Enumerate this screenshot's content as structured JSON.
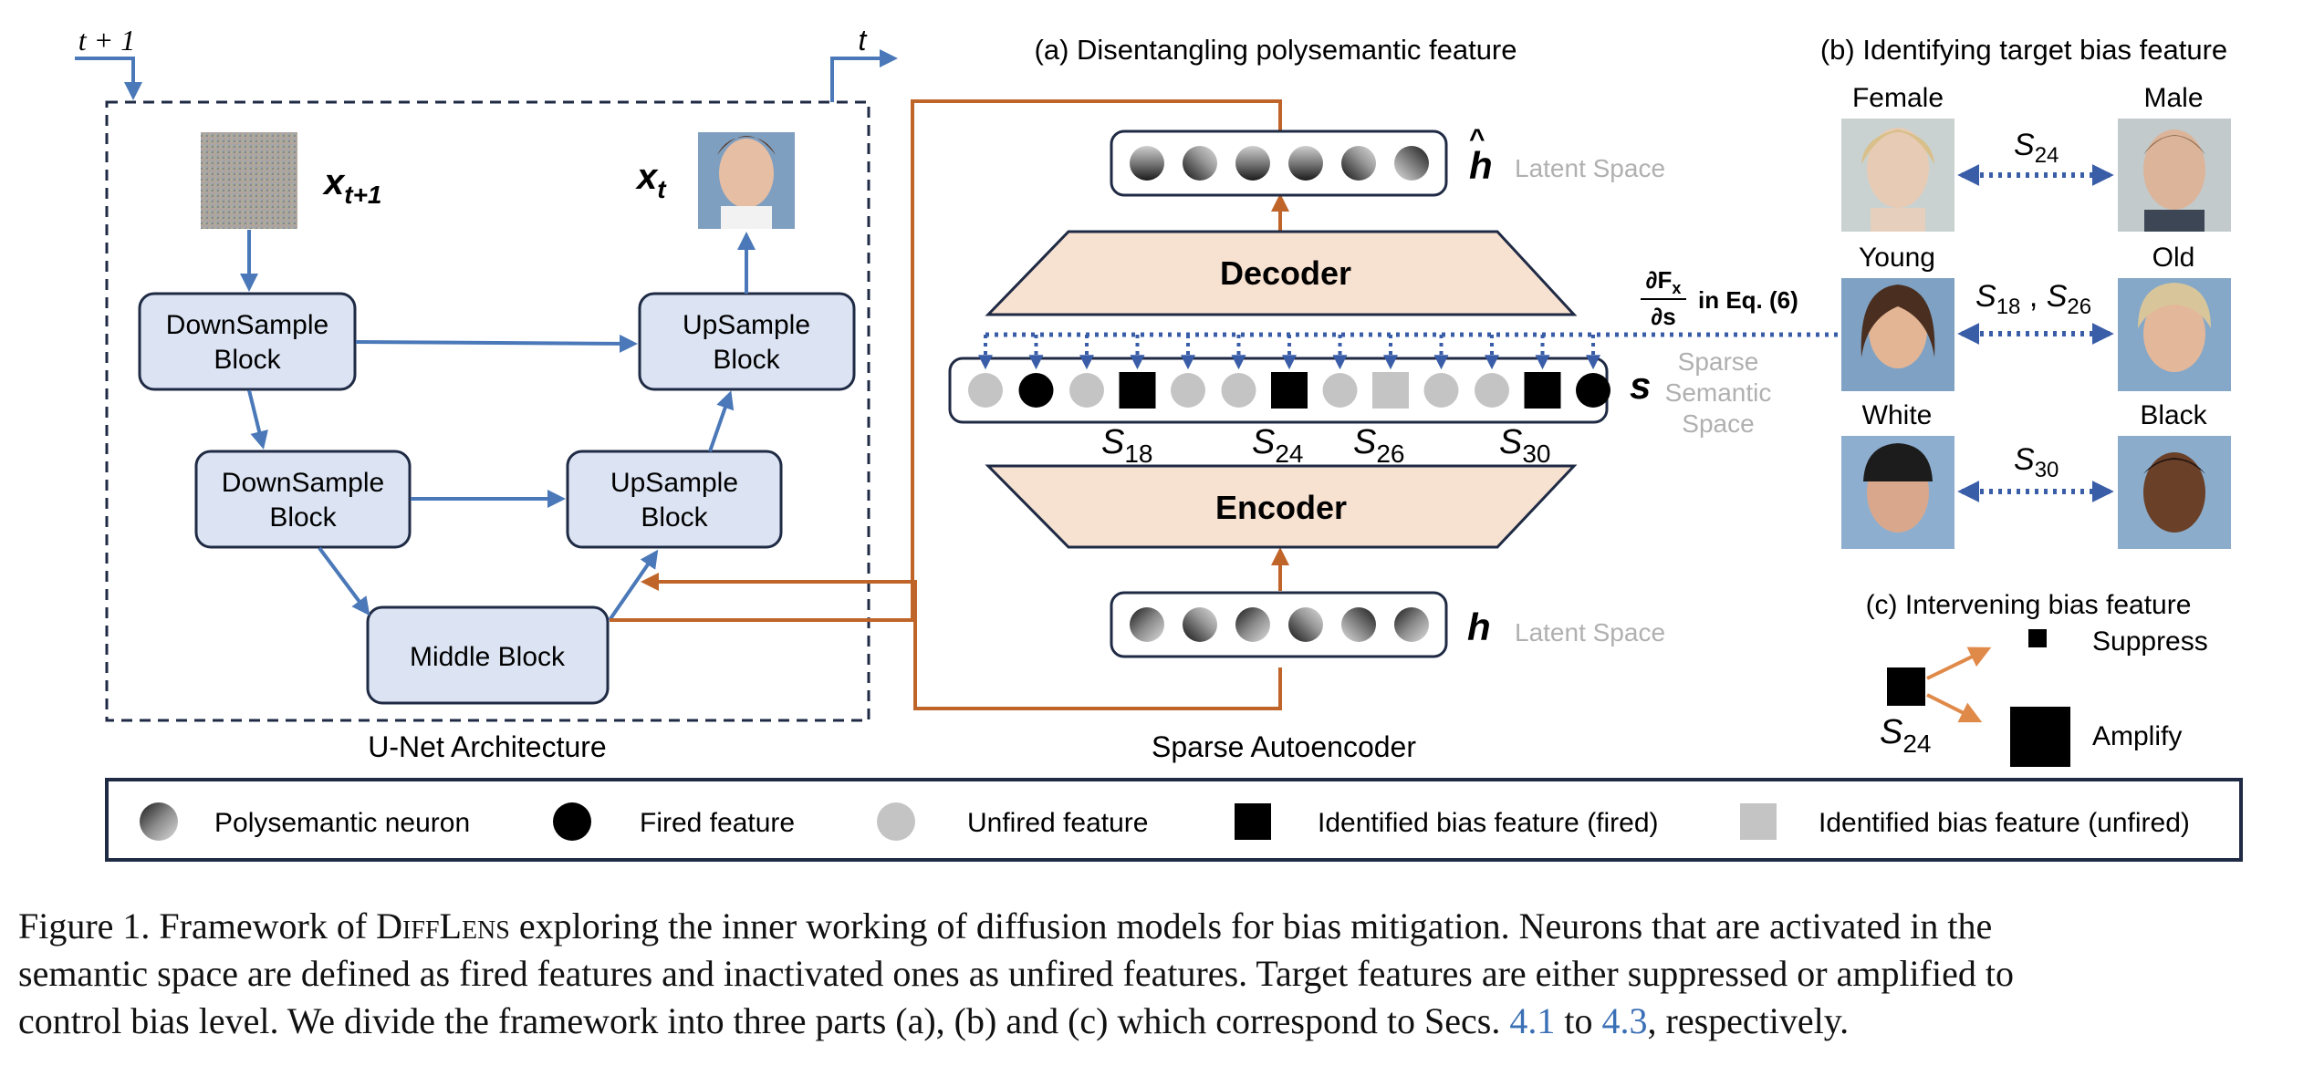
{
  "unet": {
    "label": "U-Net Architecture",
    "time_in": "t + 1",
    "time_out": "t",
    "input_label": "x",
    "input_sub": "t+1",
    "output_label": "x",
    "output_sub": "t",
    "down1": [
      "DownSample",
      "Block"
    ],
    "down2": [
      "DownSample",
      "Block"
    ],
    "up1": [
      "UpSample",
      "Block"
    ],
    "up2": [
      "UpSample",
      "Block"
    ],
    "middle": "Middle Block"
  },
  "panel_a": {
    "title": "(a) Disentangling polysemantic feature",
    "decoder": "Decoder",
    "encoder": "Encoder",
    "h_hat": "h",
    "h": "h",
    "latent_space": "Latent Space",
    "s": "s",
    "sparse_space": [
      "Sparse",
      "Semantic",
      "Space"
    ],
    "bias_labels": [
      {
        "base": "S",
        "sub": "18"
      },
      {
        "base": "S",
        "sub": "24"
      },
      {
        "base": "S",
        "sub": "26"
      },
      {
        "base": "S",
        "sub": "30"
      }
    ],
    "grad_label": {
      "num": "∂F",
      "num_sub": "x",
      "den": "∂s",
      "suffix": "in Eq. (6)"
    },
    "sae_label": "Sparse Autoencoder",
    "sparse_nodes": [
      "unfired",
      "fired",
      "unfired",
      "bias-fired",
      "unfired",
      "unfired",
      "bias-fired",
      "unfired",
      "bias-unfired",
      "unfired",
      "unfired",
      "bias-fired",
      "fired"
    ]
  },
  "panel_b": {
    "title": "(b) Identifying target bias feature",
    "pairs": [
      {
        "left": "Female",
        "right": "Male",
        "link": [
          {
            "base": "S",
            "sub": "24"
          }
        ]
      },
      {
        "left": "Young",
        "right": "Old",
        "link": [
          {
            "base": "S",
            "sub": "18"
          },
          {
            "base": "S",
            "sub": "26"
          }
        ]
      },
      {
        "left": "White",
        "right": "Black",
        "link": [
          {
            "base": "S",
            "sub": "30"
          }
        ]
      }
    ]
  },
  "panel_c": {
    "title": "(c) Intervening bias feature",
    "suppress": "Suppress",
    "amplify": "Amplify",
    "feature": {
      "base": "S",
      "sub": "24"
    }
  },
  "legend": [
    {
      "symbol": "polysemantic",
      "label": "Polysemantic neuron"
    },
    {
      "symbol": "fired",
      "label": "Fired feature"
    },
    {
      "symbol": "unfired",
      "label": "Unfired feature"
    },
    {
      "symbol": "bias-fired",
      "label": "Identified bias feature (fired)"
    },
    {
      "symbol": "bias-unfired",
      "label": "Identified bias feature (unfired)"
    }
  ],
  "caption": {
    "prefix": "Figure 1. Framework of ",
    "name": "DiffLens",
    "line1_rest": " exploring the inner working of diffusion models for bias mitigation. Neurons that are activated in the",
    "line2": "semantic space are defined as fired features and inactivated ones as unfired features. Target features are either suppressed or amplified to",
    "line3_a": "control bias level. We divide the framework into three parts (a), (b) and (c) which correspond to  Secs. ",
    "ref1": "4.1",
    "line3_b": " to ",
    "ref2": "4.3",
    "line3_c": ", respectively."
  },
  "colors": {
    "block_fill": "#dce4f3",
    "block_stroke": "#1f2a44",
    "blue_arrow": "#4a78b8",
    "orange_arrow": "#c0652a",
    "trapezoid_fill": "#f7e1d1",
    "legend_border": "#1f2a44",
    "ref_blue": "#3b6fb6"
  }
}
